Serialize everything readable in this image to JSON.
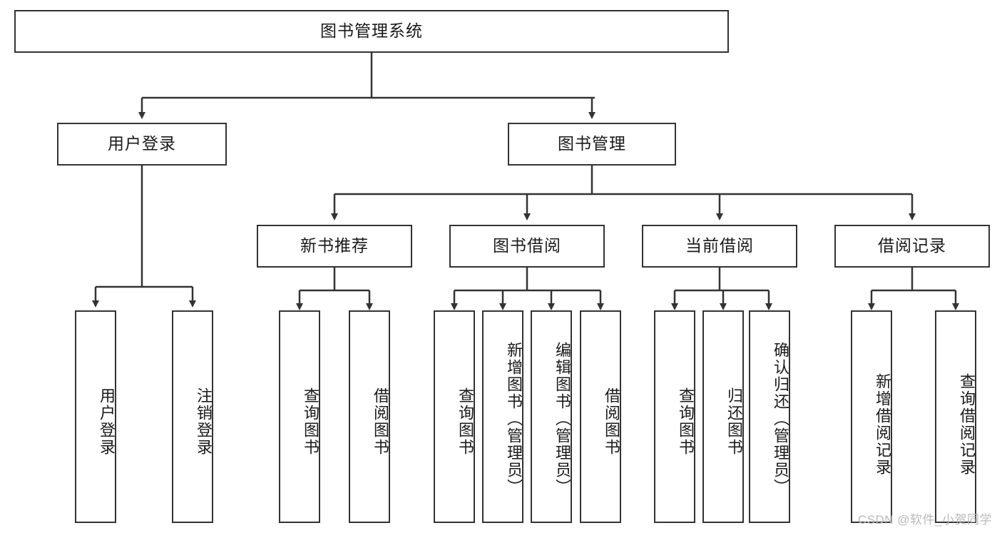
{
  "diagram": {
    "type": "tree-hierarchy",
    "title_node": {
      "label": "图书管理系统"
    },
    "level2": [
      {
        "id": "user-login",
        "label": "用户登录"
      },
      {
        "id": "book-management",
        "label": "图书管理"
      }
    ],
    "level3": [
      {
        "id": "new-book-recommend",
        "label": "新书推荐",
        "parent": "book-management"
      },
      {
        "id": "book-borrow",
        "label": "图书借阅",
        "parent": "book-management"
      },
      {
        "id": "current-borrow",
        "label": "当前借阅",
        "parent": "book-management"
      },
      {
        "id": "borrow-record",
        "label": "借阅记录",
        "parent": "book-management"
      }
    ],
    "leaves": [
      {
        "id": "leaf-user-login",
        "label": "用户登录",
        "parent": "user-login"
      },
      {
        "id": "leaf-user-logout",
        "label": "注销登录",
        "parent": "user-login"
      },
      {
        "id": "leaf-query-book-1",
        "label": "查询图书",
        "parent": "new-book-recommend"
      },
      {
        "id": "leaf-borrow-book-1",
        "label": "借阅图书",
        "parent": "new-book-recommend"
      },
      {
        "id": "leaf-query-book-2",
        "label": "查询图书",
        "parent": "book-borrow"
      },
      {
        "id": "leaf-add-book",
        "label": "新增图书（管理员）",
        "parent": "book-borrow"
      },
      {
        "id": "leaf-edit-book",
        "label": "编辑图书（管理员）",
        "parent": "book-borrow"
      },
      {
        "id": "leaf-borrow-book-2",
        "label": "借阅图书",
        "parent": "book-borrow"
      },
      {
        "id": "leaf-query-book-3",
        "label": "查询图书",
        "parent": "current-borrow"
      },
      {
        "id": "leaf-return-book",
        "label": "归还图书",
        "parent": "current-borrow"
      },
      {
        "id": "leaf-confirm-return",
        "label": "确认归还（管理员）",
        "parent": "current-borrow"
      },
      {
        "id": "leaf-add-record",
        "label": "新增借阅记录",
        "parent": "borrow-record"
      },
      {
        "id": "leaf-query-record",
        "label": "查询借阅记录",
        "parent": "borrow-record"
      }
    ],
    "colors": {
      "stroke": "#333333",
      "background": "#ffffff",
      "text": "#1a1a1a",
      "watermark": "#b9b9b9"
    }
  },
  "watermark": {
    "text": "CSDN @软件_小贺同学"
  }
}
